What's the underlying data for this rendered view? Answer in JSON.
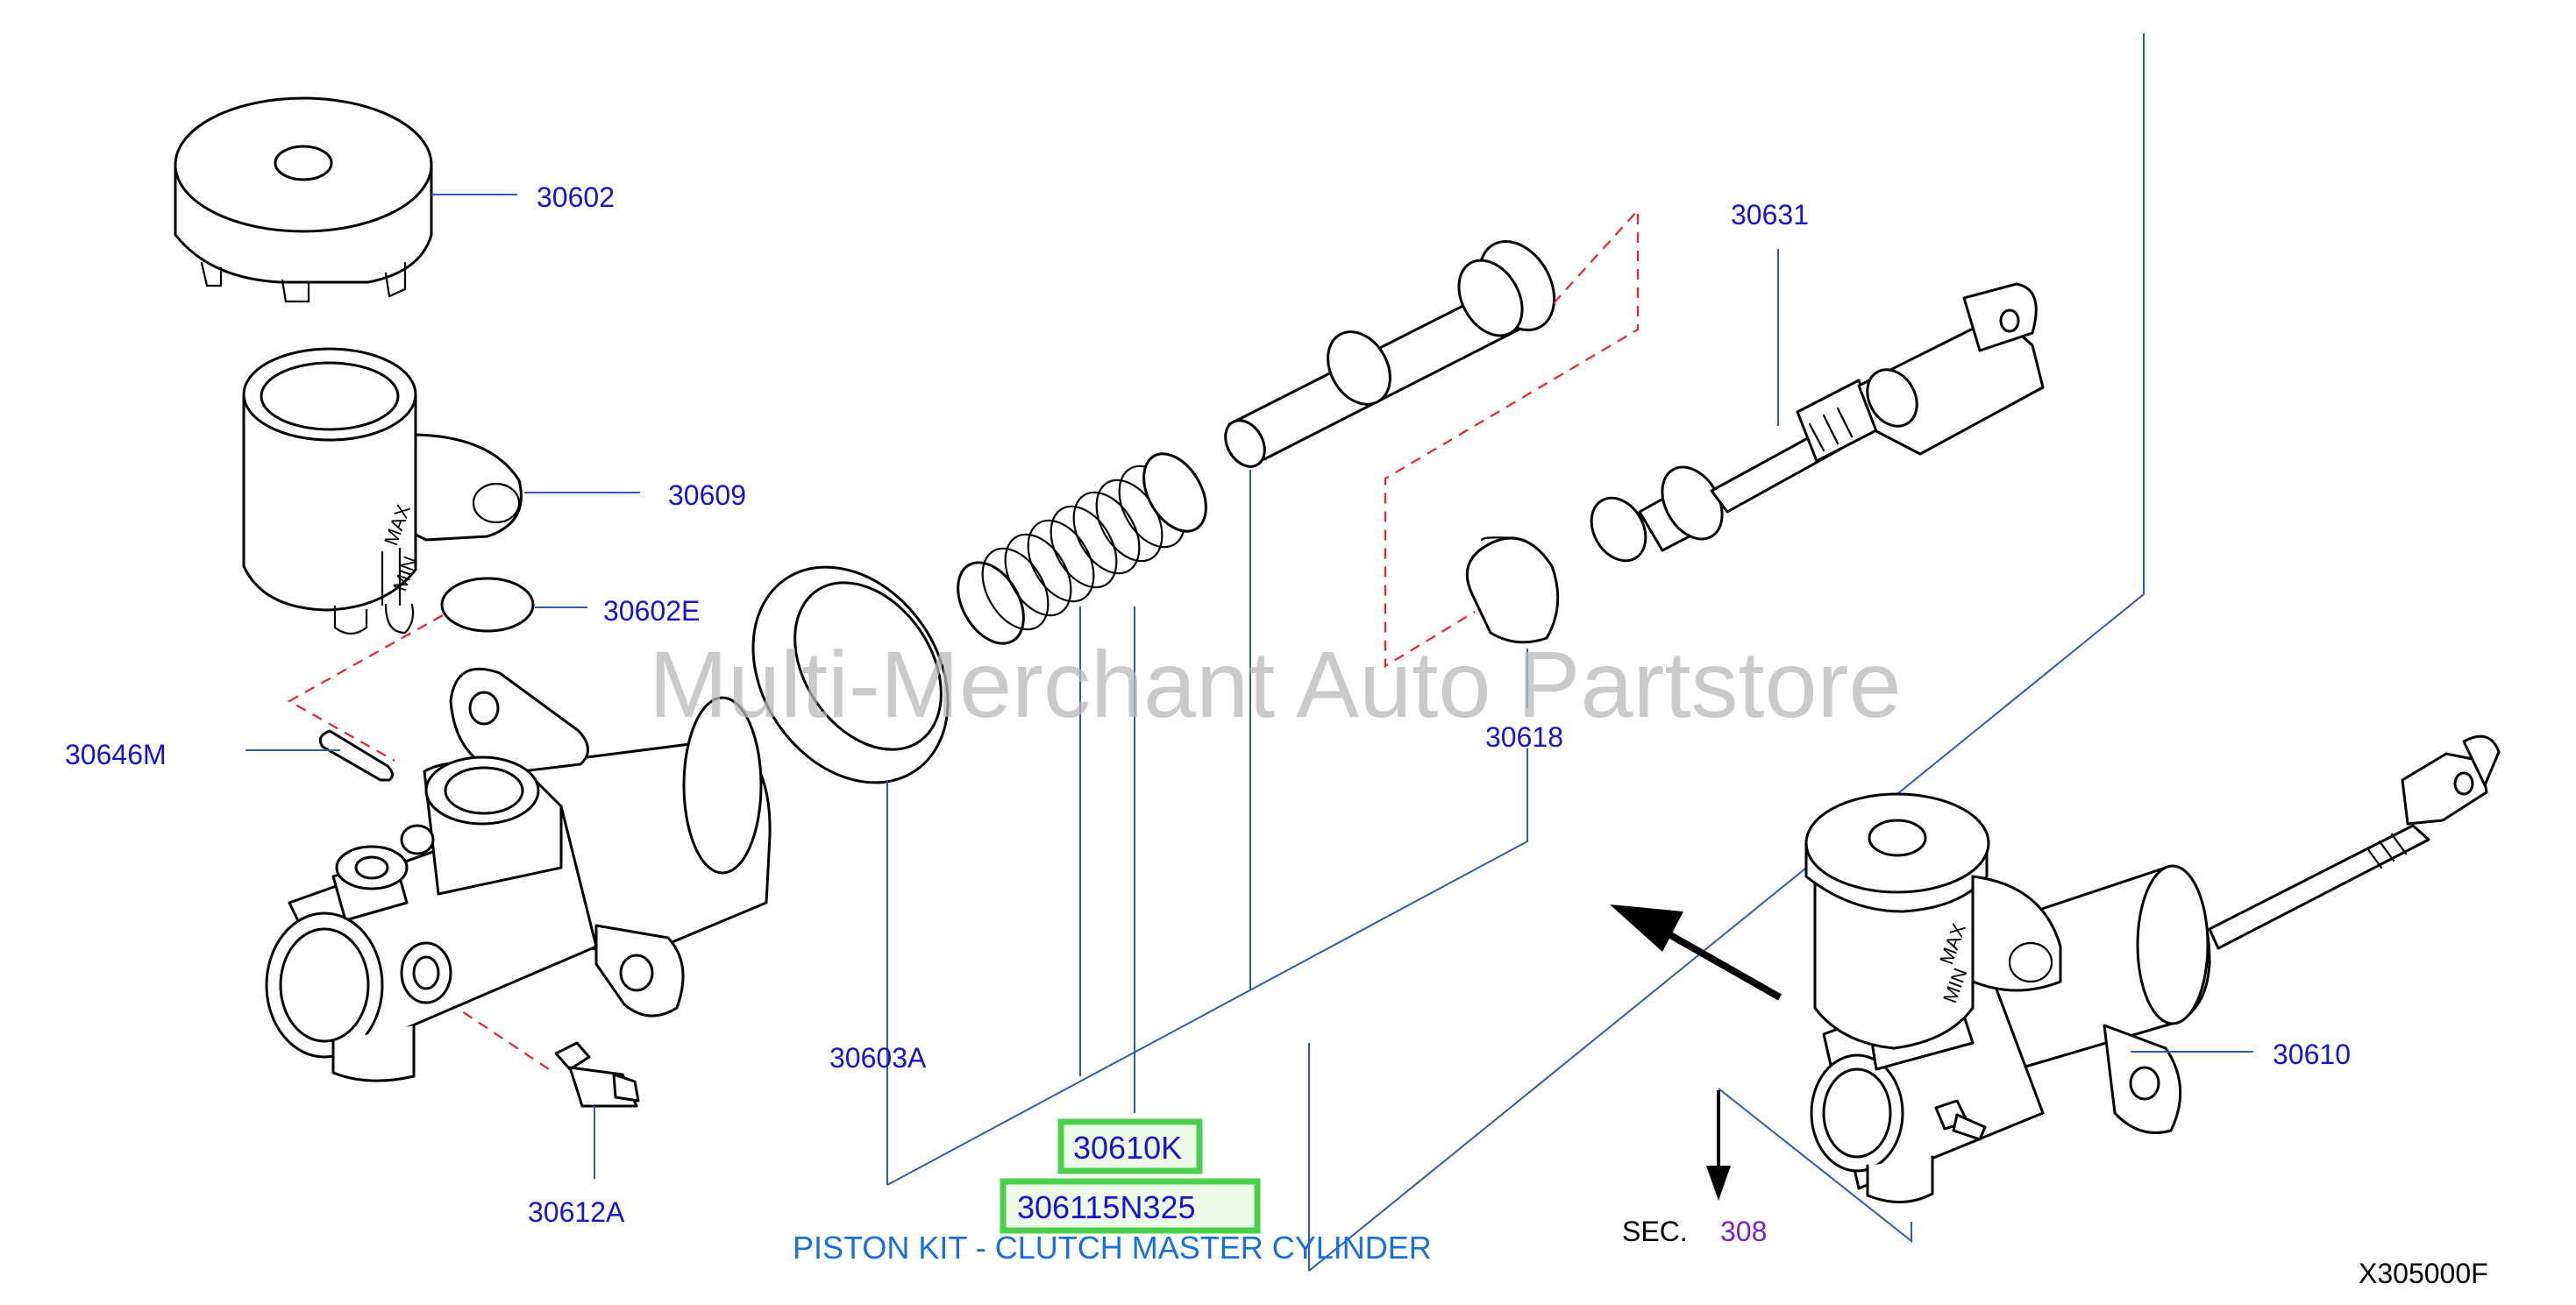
{
  "watermark": "Multi-Merchant Auto Partstore",
  "parts": {
    "p30602": "30602",
    "p30609": "30609",
    "p30602E": "30602E",
    "p30646M": "30646M",
    "p30612A": "30612A",
    "p30603A": "30603A",
    "p30631": "30631",
    "p30618": "30618",
    "p30610": "30610"
  },
  "highlighted": {
    "kit_code": "30610K",
    "kit_part_number": "306115N325",
    "caption": "PISTON KIT - CLUTCH MASTER CYLINDER"
  },
  "section_ref": {
    "label": "SEC.",
    "number": "308"
  },
  "diagram_code": "X305000F",
  "colors": {
    "part_number": "#1414d2",
    "caption": "#1a6fe0",
    "highlight_border": "#4cd14c",
    "leader_line": "#2a5db0",
    "dashed_line": "#e8232a",
    "section_number": "#7a1fc8"
  }
}
